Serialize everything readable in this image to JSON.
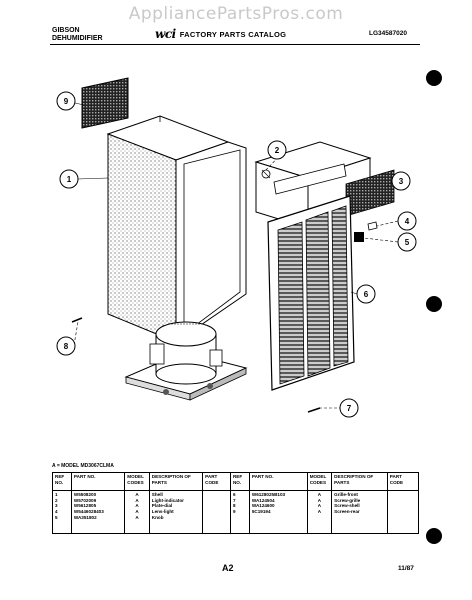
{
  "watermark": "AppliancePartsPros.com",
  "header": {
    "brand": "GIBSON",
    "product": "DEHUMIDIFIER",
    "logo": "wci",
    "catalog_title": "FACTORY PARTS CATALOG",
    "catalog_number": "LG34587020"
  },
  "callouts": [
    "9",
    "1",
    "2",
    "3",
    "4",
    "5",
    "6",
    "8",
    "7"
  ],
  "model_line": "A = MODEL MD3067CLMA",
  "table": {
    "headers": {
      "ref_no": "REF NO.",
      "part_no": "PART NO.",
      "model_codes": "MODEL CODES",
      "description": "DESCRIPTION OF PARTS",
      "part_code": "PART CODE"
    },
    "left": {
      "refs": [
        "1",
        "2",
        "3",
        "4",
        "5"
      ],
      "parts": [
        "W5508200",
        "W5702009",
        "W5612805",
        "W5446028403",
        "WA351802"
      ],
      "codes": [
        "A",
        "A",
        "A",
        "A",
        "A"
      ],
      "descriptions": [
        "Shell",
        "Light-indicator",
        "Plate-dial",
        "Lens-light",
        "Knob"
      ]
    },
    "right": {
      "refs": [
        "6",
        "7",
        "8",
        "9"
      ],
      "parts": [
        "W6128025B103",
        "WA124504",
        "WA124600",
        "5C19194"
      ],
      "codes": [
        "A",
        "A",
        "A",
        "A"
      ],
      "descriptions": [
        "Grille-front",
        "Screw-grille",
        "Screw-shell",
        "Screen-rear"
      ]
    }
  },
  "footer": {
    "page": "A2",
    "date": "11/87"
  }
}
